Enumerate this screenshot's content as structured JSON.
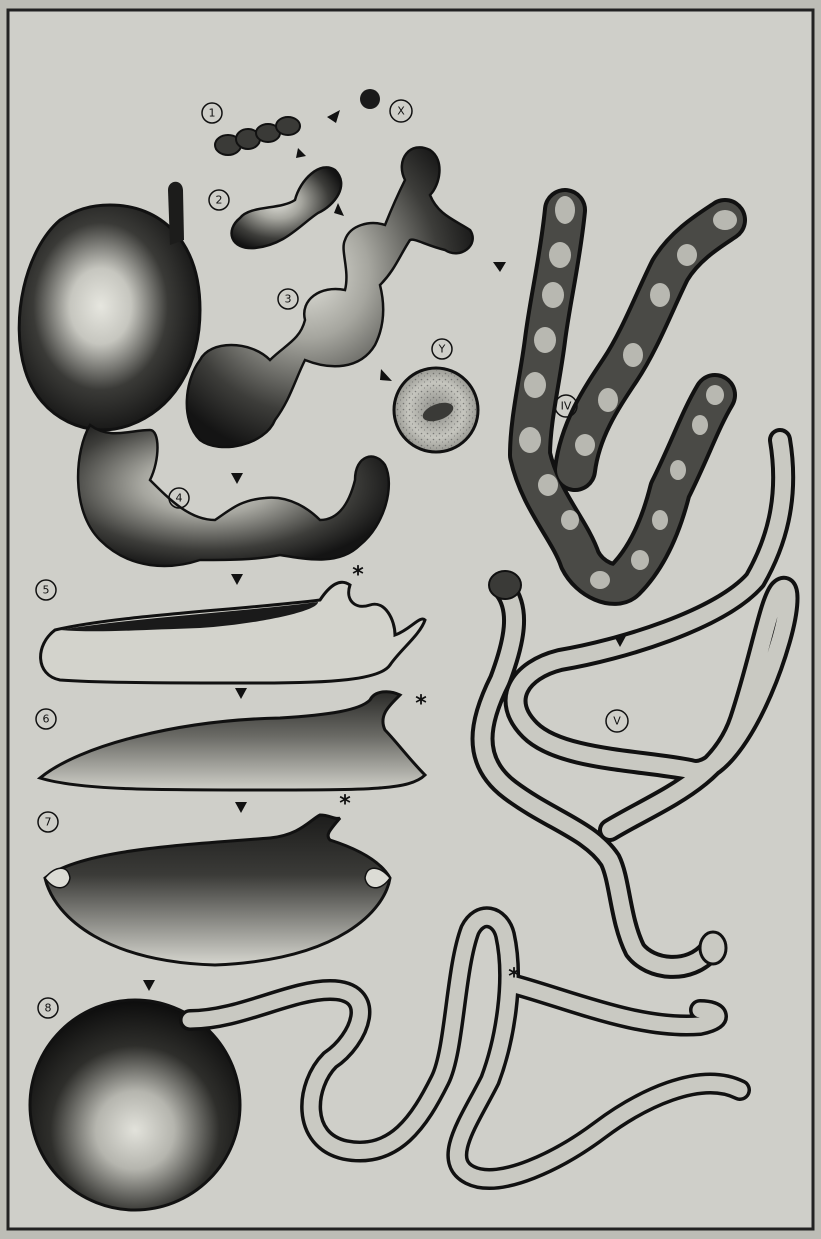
{
  "labels": {
    "stage_1": "1",
    "stage_2": "2",
    "stage_3": "3",
    "stage_4": "4",
    "stage_5": "5",
    "stage_6": "6",
    "stage_7": "7",
    "stage_8": "8",
    "stage_iv": "IV",
    "stage_v": "V",
    "form_x": "X",
    "form_y": "Y"
  },
  "marks": {
    "asterisk": "*"
  },
  "colors": {
    "background": "#bdbdb6",
    "plate": "#cfcfc9",
    "ink": "#111111",
    "tube_fill": "#c9c9c2"
  }
}
